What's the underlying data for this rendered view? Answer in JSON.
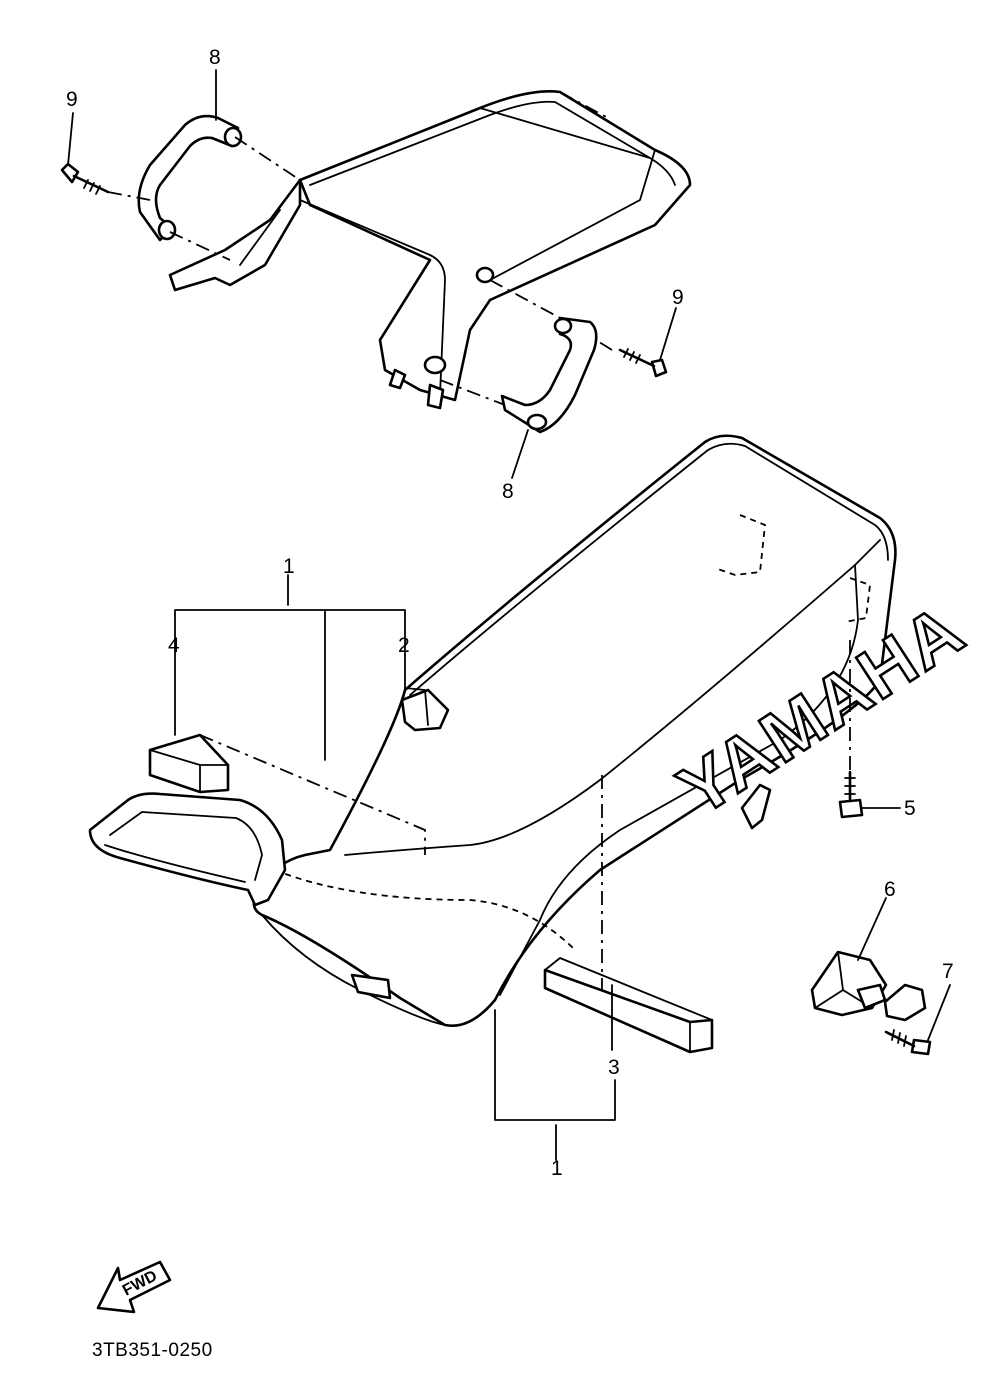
{
  "callouts": {
    "c1_top": "1",
    "c1_bottom": "1",
    "c2": "2",
    "c3": "3",
    "c4": "4",
    "c5": "5",
    "c6": "6",
    "c7": "7",
    "c8_upper": "8",
    "c8_lower": "8",
    "c9_left": "9",
    "c9_right": "9"
  },
  "seat_brand": "YAMAHA",
  "fwd_label": "FWD",
  "diagram_code": "3TB351-0250"
}
